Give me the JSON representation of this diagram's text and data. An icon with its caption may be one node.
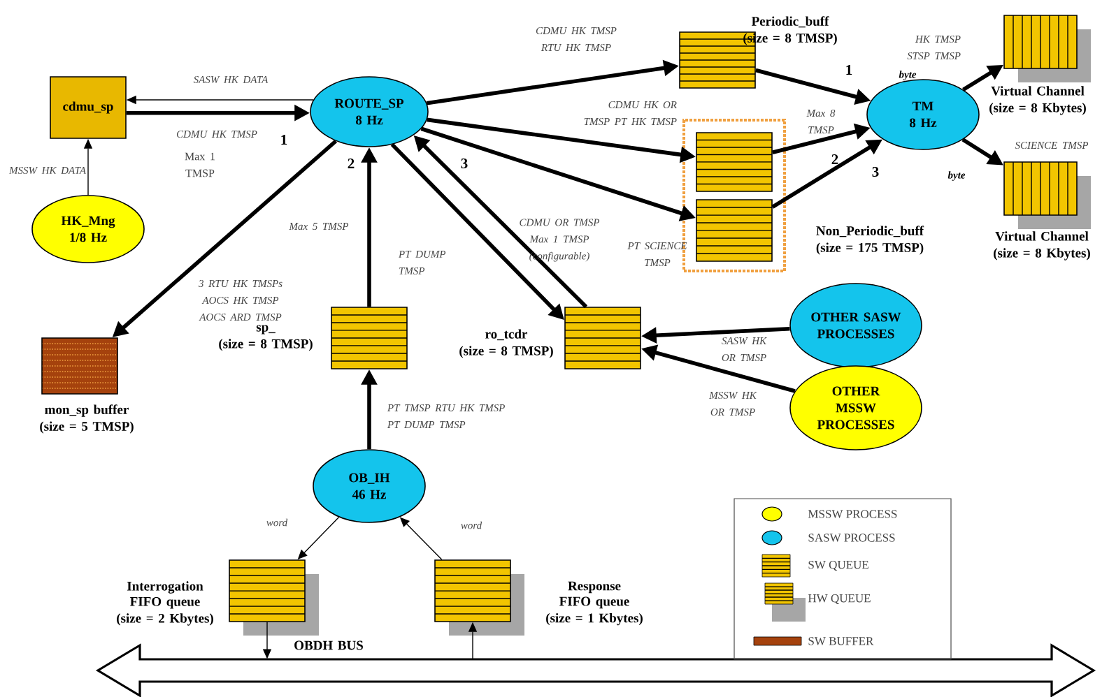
{
  "diagram": {
    "nodes": [
      {
        "text": [
          "cdmu_sp"
        ]
      },
      {
        "text": [
          "ROUTE_SP",
          "8 Hz"
        ]
      },
      {
        "text": [
          "HK_Mng",
          "1/8 Hz"
        ]
      },
      {
        "text": [
          "Periodic_buff",
          "(size = 8 TMSP)"
        ]
      },
      {
        "text": [
          "TM",
          "8 Hz"
        ]
      },
      {
        "text": [
          "Virtual Channel",
          "(size = 8 Kbytes)"
        ]
      },
      {
        "text": [
          "Virtual Channel",
          "(size = 8 Kbytes)"
        ]
      },
      {
        "text": [
          "Non_Periodic_buff",
          "(size = 175 TMSP)"
        ]
      },
      {
        "text": [],
        "shape": "box",
        "in": 7
      },
      {
        "text": [],
        "shape": "box",
        "in": 7
      },
      {
        "text": [
          "mon_sp buffer",
          "(size = 5 TMSP)"
        ]
      },
      {
        "text": [
          "sp_",
          "(size = 8 TMSP)"
        ]
      },
      {
        "text": [
          "ro_tcdr",
          "(size = 8 TMSP)"
        ]
      },
      {
        "text": [
          "OTHER SASW PROCESSES"
        ]
      },
      {
        "text": [
          "OTHER MSSW PROCESSES"
        ]
      },
      {
        "text": [
          "OB_IH",
          "46 Hz"
        ]
      },
      {
        "text": [
          "Interrogation FIFO queue",
          "(size = 2 Kbytes)"
        ]
      },
      {
        "text": [
          "Response FIFO queue",
          "(size = 1 Kbytes)"
        ]
      },
      {
        "text": [
          "OBDH BUS"
        ]
      }
    ],
    "edges": [
      {
        "from": 1,
        "to": 0,
        "arrow": "to",
        "label": "SASW HK DATA"
      },
      {
        "from": 0,
        "to": 1,
        "arrow": "to",
        "label": "CDMU HK TMSP"
      },
      {
        "from": 2,
        "to": 0,
        "arrow": "to",
        "label": "MSSW HK DATA"
      },
      {
        "from": 1,
        "to": 10,
        "arrow": "to",
        "label": "3 RTU HK TMSPs AOCS HK TMSP AOCS ARD TMSP"
      },
      {
        "from": 11,
        "to": 1,
        "arrow": "to",
        "label": "Max 5 TMSP"
      },
      {
        "from": 1,
        "to": 12,
        "arrow": "to",
        "label": "PT DUMP TMSP"
      },
      {
        "from": 12,
        "to": 1,
        "arrow": "to",
        "label": "CDMU OR TMSP Max 1 TMSP (configurable)"
      },
      {
        "from": 1,
        "to": 3,
        "arrow": "to",
        "label": "CDMU HK TMSP RTU HK TMSP"
      },
      {
        "from": 1,
        "to": 8,
        "arrow": "to",
        "label": "CDMU HK OR TMSP PT HK TMSP"
      },
      {
        "from": 1,
        "to": 9,
        "arrow": "to",
        "label": "PT SCIENCE TMSP"
      },
      {
        "from": 3,
        "to": 4,
        "arrow": "to"
      },
      {
        "from": 8,
        "to": 4,
        "arrow": "to",
        "label": "Max 8 TMSP"
      },
      {
        "from": 9,
        "to": 4,
        "arrow": "to"
      },
      {
        "from": 4,
        "to": 5,
        "arrow": "to",
        "label": "HK TMSP STSP TMSP"
      },
      {
        "from": 4,
        "to": 6,
        "arrow": "to",
        "label": "SCIENCE TMSP"
      },
      {
        "from": 13,
        "to": 12,
        "arrow": "to",
        "label": "SASW HK OR TMSP"
      },
      {
        "from": 14,
        "to": 12,
        "arrow": "to",
        "label": "MSSW HK OR TMSP"
      },
      {
        "from": 15,
        "to": 11,
        "arrow": "to",
        "label": "PT TMSP RTU HK TMSP PT DUMP TMSP"
      },
      {
        "from": 15,
        "to": 16,
        "arrow": "to",
        "label": "word"
      },
      {
        "from": 17,
        "to": 15,
        "arrow": "to",
        "label": "word"
      },
      {
        "from": 16,
        "to": 18,
        "arrow": "to"
      },
      {
        "from": 18,
        "to": 17,
        "arrow": "to"
      }
    ],
    "labels": [
      "1",
      "byte",
      "2",
      "1",
      "Max 1 TMSP",
      "2",
      "3",
      "3",
      "byte"
    ],
    "legend": [
      {
        "text": "MSSW PROCESS",
        "color": "#ffff00"
      },
      {
        "text": "SASW PROCESS",
        "color": "#14c4ec"
      },
      {
        "text": "SW QUEUE"
      },
      {
        "text": "HW QUEUE"
      },
      {
        "text": "SW BUFFER"
      }
    ]
  }
}
